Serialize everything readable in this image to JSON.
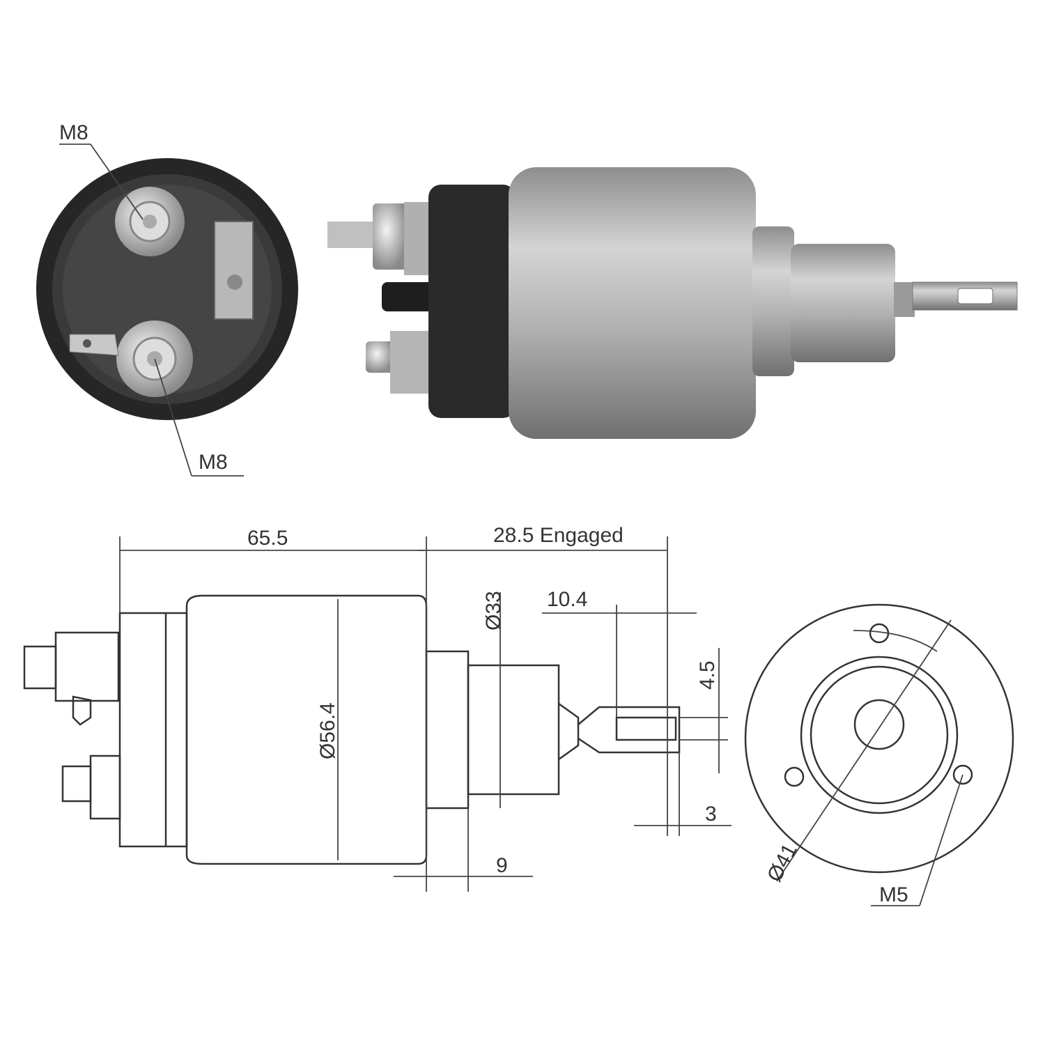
{
  "photo_labels": {
    "top_terminal": "M8",
    "bottom_terminal": "M8"
  },
  "dimensions": {
    "body_length": "65.5",
    "plunger_travel": "28.5 Engaged",
    "flange_diameter": "Ø33",
    "tab_offset": "10.4",
    "slot_width": "4.5",
    "body_diameter": "Ø56.4",
    "tab_end": "3",
    "flange_width": "9",
    "bolt_circle": "Ø41",
    "mount_thread": "M5"
  },
  "colors": {
    "line": "#333333",
    "metal": "#a8a8a8",
    "cap": "#2a2a2a"
  }
}
